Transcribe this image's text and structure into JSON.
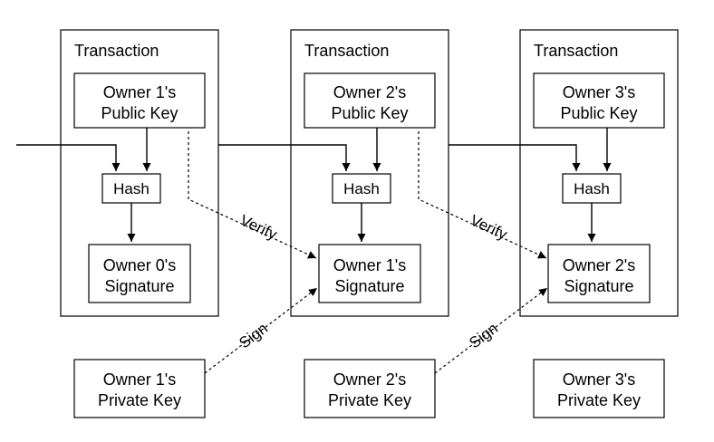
{
  "diagram": {
    "transactions": [
      {
        "title": "Transaction",
        "public_key": [
          "Owner 1's",
          "Public Key"
        ],
        "hash": "Hash",
        "signature": [
          "Owner 0's",
          "Signature"
        ],
        "private_key": [
          "Owner 1's",
          "Private Key"
        ]
      },
      {
        "title": "Transaction",
        "public_key": [
          "Owner 2's",
          "Public Key"
        ],
        "hash": "Hash",
        "signature": [
          "Owner 1's",
          "Signature"
        ],
        "private_key": [
          "Owner 2's",
          "Private Key"
        ]
      },
      {
        "title": "Transaction",
        "public_key": [
          "Owner 3's",
          "Public Key"
        ],
        "hash": "Hash",
        "signature": [
          "Owner 2's",
          "Signature"
        ],
        "private_key": [
          "Owner 3's",
          "Private Key"
        ]
      }
    ],
    "verify_label": "Verify",
    "sign_label": "Sign"
  }
}
